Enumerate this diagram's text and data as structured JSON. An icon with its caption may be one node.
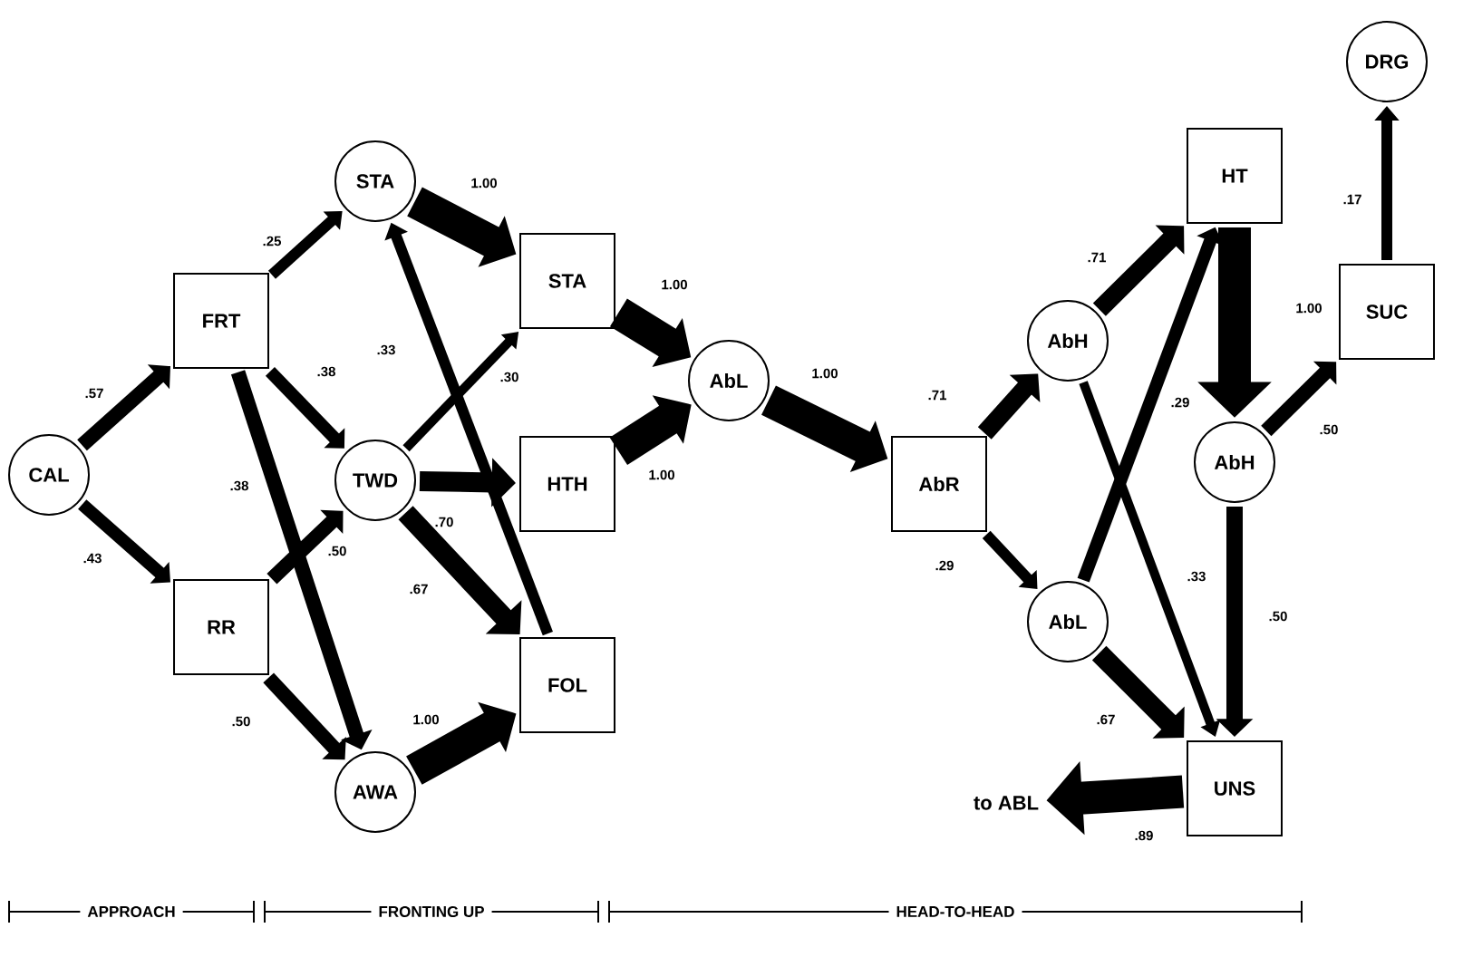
{
  "diagram": {
    "nodes": [
      {
        "text": [
          "CAL"
        ]
      },
      {
        "text": [
          "FRT"
        ]
      },
      {
        "text": [
          "RR"
        ]
      },
      {
        "text": [
          "STA"
        ]
      },
      {
        "text": [
          "TWD"
        ]
      },
      {
        "text": [
          "AWA"
        ]
      },
      {
        "text": [
          "STA"
        ]
      },
      {
        "text": [
          "HTH"
        ]
      },
      {
        "text": [
          "FOL"
        ]
      },
      {
        "text": [
          "AbL"
        ]
      },
      {
        "text": [
          "AbR"
        ]
      },
      {
        "text": [
          "AbH"
        ]
      },
      {
        "text": [
          "AbL"
        ]
      },
      {
        "text": [
          "HT"
        ]
      },
      {
        "text": [
          "AbH"
        ]
      },
      {
        "text": [
          "SUC"
        ]
      },
      {
        "text": [
          "DRG"
        ]
      },
      {
        "text": [
          "UNS"
        ]
      },
      {
        "text": [
          "to ABL"
        ]
      }
    ],
    "edges": [
      {
        "from": 0,
        "to": 1,
        "arrow": "to",
        "label": ".57"
      },
      {
        "from": 0,
        "to": 2,
        "arrow": "to",
        "label": ".43"
      },
      {
        "from": 1,
        "to": 3,
        "arrow": "to",
        "label": ".25"
      },
      {
        "from": 1,
        "to": 4,
        "arrow": "to",
        "label": ".38"
      },
      {
        "from": 1,
        "to": 5,
        "arrow": "to",
        "label": ".38"
      },
      {
        "from": 2,
        "to": 4,
        "arrow": "to",
        "label": ".50"
      },
      {
        "from": 2,
        "to": 5,
        "arrow": "to",
        "label": ".50"
      },
      {
        "from": 3,
        "to": 6,
        "arrow": "to",
        "label": "1.00",
        "style": "thick"
      },
      {
        "from": 4,
        "to": 6,
        "arrow": "to",
        "label": ".30"
      },
      {
        "from": 4,
        "to": 7,
        "arrow": "to",
        "label": ".70"
      },
      {
        "from": 4,
        "to": 8,
        "arrow": "to",
        "label": ".67"
      },
      {
        "from": 8,
        "to": 3,
        "arrow": "to",
        "label": ".33"
      },
      {
        "from": 5,
        "to": 8,
        "arrow": "to",
        "label": "1.00",
        "style": "thick"
      },
      {
        "from": 6,
        "to": 9,
        "arrow": "to",
        "label": "1.00",
        "style": "thick"
      },
      {
        "from": 7,
        "to": 9,
        "arrow": "to",
        "label": "1.00",
        "style": "thick"
      },
      {
        "from": 9,
        "to": 10,
        "arrow": "to",
        "label": "1.00",
        "style": "thick"
      },
      {
        "from": 10,
        "to": 11,
        "arrow": "to",
        "label": ".71"
      },
      {
        "from": 10,
        "to": 12,
        "arrow": "to",
        "label": ".29"
      },
      {
        "from": 11,
        "to": 13,
        "arrow": "to",
        "label": ".71"
      },
      {
        "from": 12,
        "to": 13,
        "arrow": "to",
        "label": ".29"
      },
      {
        "from": 11,
        "to": 17,
        "arrow": "to",
        "label": ".33"
      },
      {
        "from": 13,
        "to": 14,
        "arrow": "to",
        "label": "1.00",
        "style": "thick"
      },
      {
        "from": 14,
        "to": 15,
        "arrow": "to",
        "label": ".50"
      },
      {
        "from": 14,
        "to": 17,
        "arrow": "to",
        "label": ".50"
      },
      {
        "from": 15,
        "to": 16,
        "arrow": "to",
        "label": ".17"
      },
      {
        "from": 12,
        "to": 17,
        "arrow": "to",
        "label": ".67"
      },
      {
        "from": 17,
        "to": 18,
        "arrow": "to",
        "label": ".89",
        "style": "thick"
      }
    ],
    "labels": [
      "APPROACH",
      "FRONTING UP",
      "HEAD-TO-HEAD"
    ]
  }
}
